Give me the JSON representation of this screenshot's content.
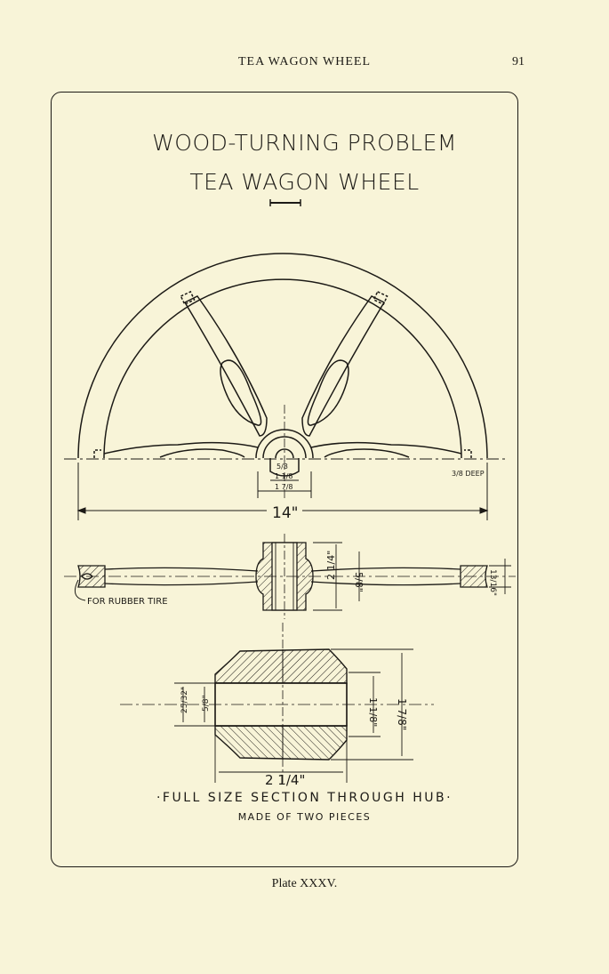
{
  "header": {
    "running_title": "TEA WAGON WHEEL",
    "page_number": "91"
  },
  "plate": {
    "title_line1": "WOOD-TURNING PROBLEM",
    "title_line2": "TEA WAGON WHEEL",
    "section_caption": "·FULL SIZE SECTION THROUGH HUB·",
    "section_subcaption": "MADE OF TWO PIECES",
    "label": "Plate XXXV."
  },
  "dimensions": {
    "overall_diameter": "14\"",
    "groove_depth": "3/8 DEEP",
    "hub_bore_a": "5/8",
    "hub_bore_b": "1 1/8",
    "hub_bore_c": "1 7/8",
    "hub_height": "2 1/4\"",
    "hub_bore_side": "5/8\"",
    "rim_thickness": "13/16\"",
    "tire_note": "FOR RUBBER TIRE",
    "section_bore_small": "25/32\"",
    "section_bore": "5/8\"",
    "section_inner": "1 1/8\"",
    "section_outer": "1 7/8\"",
    "section_width": "2 1/4\""
  }
}
